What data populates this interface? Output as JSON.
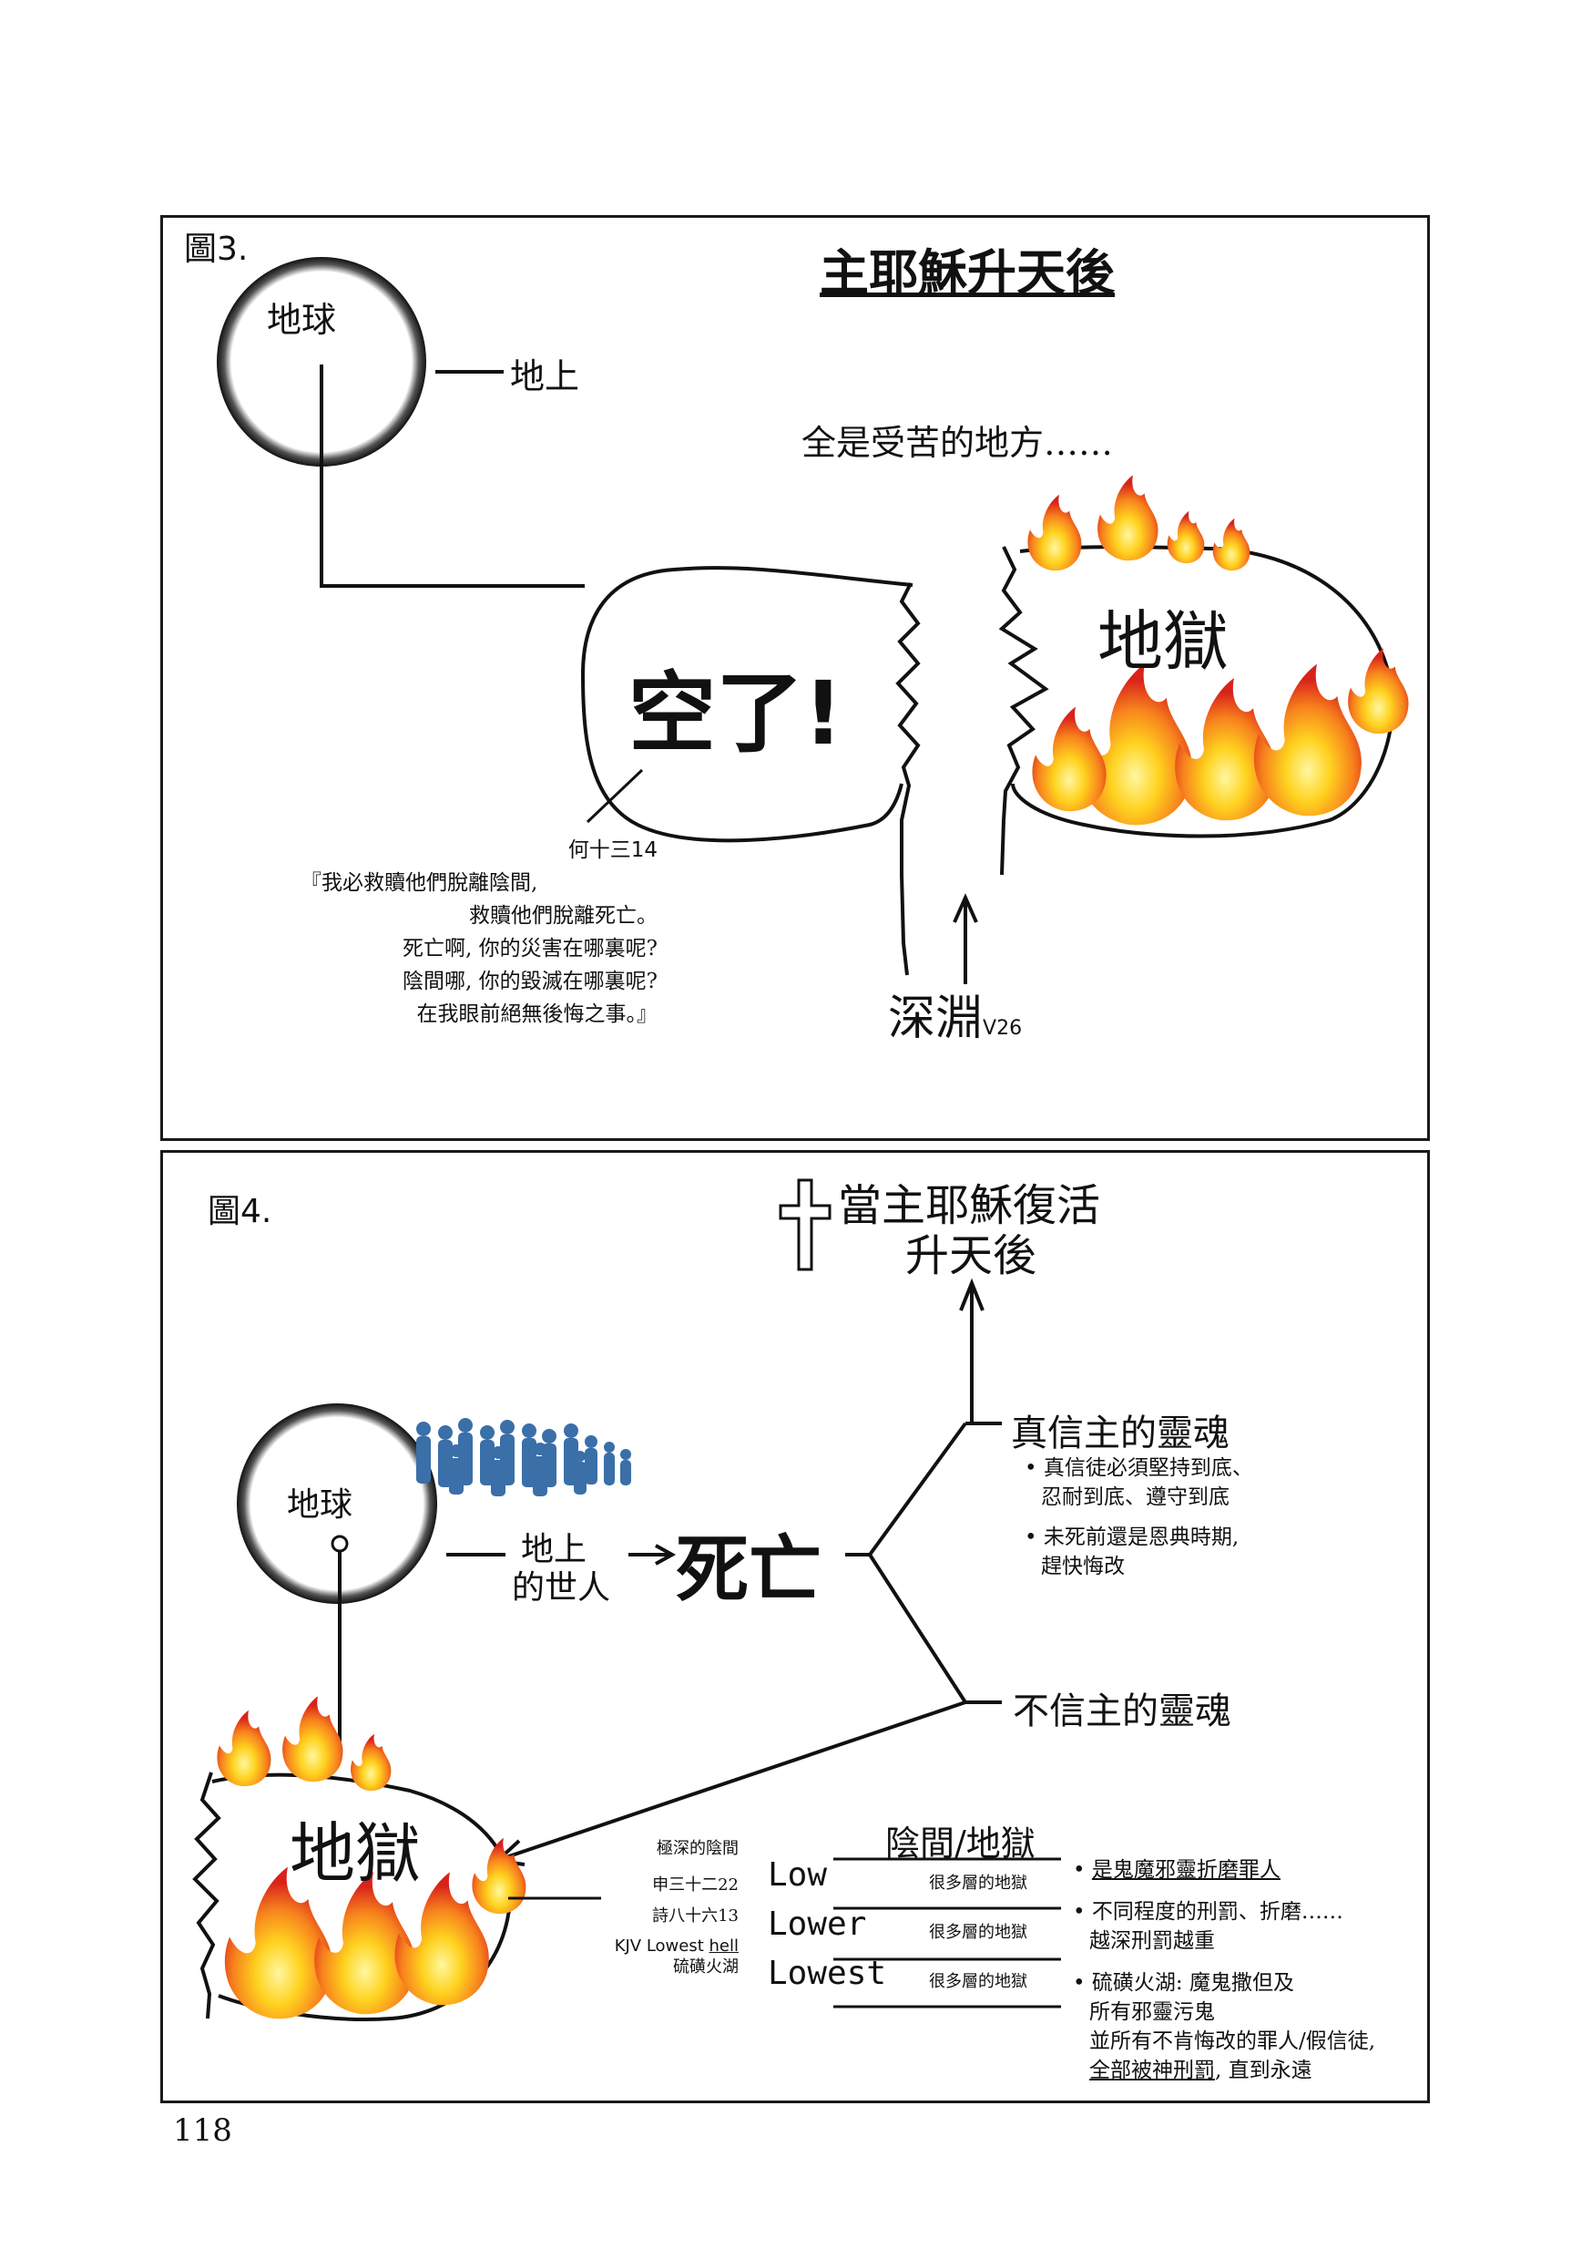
{
  "figure3": {
    "label": "圖3.",
    "title": "主耶穌升天後",
    "earth_label": "地球",
    "ground_label": "地上",
    "suffering_text": "全是受苦的地方……",
    "empty_text": "空了!",
    "hell_label": "地獄",
    "verse_ref": "何十三14",
    "verse_lines": [
      "『我必救贖他們脫離陰間,",
      "救贖他們脫離死亡。",
      "死亡啊, 你的災害在哪裏呢?",
      "陰間哪, 你的毀滅在哪裏呢?",
      "在我眼前絕無後悔之事。』"
    ],
    "abyss_label": "深淵",
    "abyss_ref": "V26"
  },
  "figure4": {
    "label": "圖4.",
    "title_line1": "當主耶穌復活",
    "title_line2": "升天後",
    "earth_label": "地球",
    "people_line1": "地上",
    "people_line2": "的世人",
    "death_label": "死亡",
    "believers_label": "真信主的靈魂",
    "believers_notes": [
      [
        "真信徒必須堅持到底、",
        "忍耐到底、遵守到底"
      ],
      [
        "未死前還是恩典時期,",
        "趕快悔改"
      ]
    ],
    "unbelievers_label": "不信主的靈魂",
    "hell_label": "地獄",
    "refs": {
      "line1": "極深的陰間",
      "line2": "申三十二22",
      "line3": "詩八十六13",
      "line4_pre": "KJV Lowest ",
      "line4_underlined": "hell",
      "line5": "硫磺火湖"
    },
    "levels_title": "陰間/地獄",
    "levels": [
      {
        "name": "Low",
        "desc": "很多層的地獄"
      },
      {
        "name": "Lower",
        "desc": "很多層的地獄"
      },
      {
        "name": "Lowest",
        "desc": "很多層的地獄"
      }
    ],
    "notes": {
      "note1": "是鬼魔邪靈折磨罪人",
      "note2_line1": "不同程度的刑罰、折磨……",
      "note2_line2": "越深刑罰越重",
      "note3_line1": "硫磺火湖: 魔鬼撒但及",
      "note3_line2": "所有邪靈污鬼",
      "note3_line3": "並所有不肯悔改的罪人/假信徒,",
      "note3_line4_underlined": "全部被神刑罰",
      "note3_line4_rest": ", 直到永遠"
    }
  },
  "page_number": "118",
  "colors": {
    "ink": "#111111",
    "people": "#3a6fa8",
    "flame_outer": "#e8401c",
    "flame_mid": "#f7941d",
    "flame_core": "#fff36b"
  }
}
